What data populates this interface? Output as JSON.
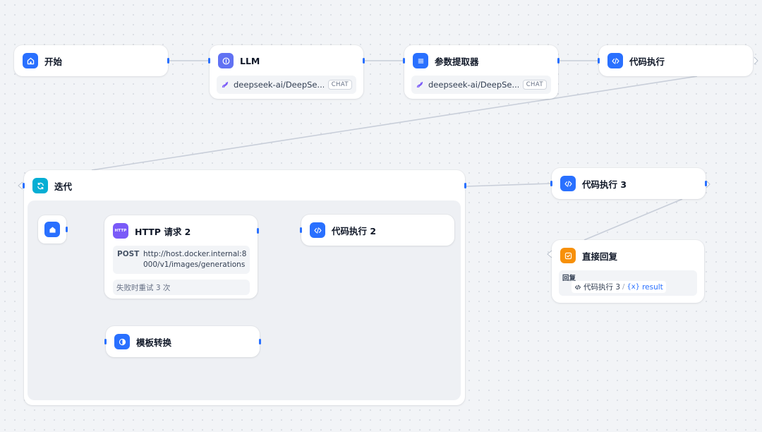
{
  "nodes": {
    "start": {
      "title": "开始"
    },
    "llm": {
      "title": "LLM",
      "model": "deepseek-ai/DeepSe...",
      "mode_badge": "CHAT"
    },
    "param": {
      "title": "参数提取器",
      "model": "deepseek-ai/DeepSe...",
      "mode_badge": "CHAT"
    },
    "code": {
      "title": "代码执行"
    },
    "iteration": {
      "title": "迭代"
    },
    "http": {
      "title": "HTTP 请求 2",
      "method": "POST",
      "url_line1": "http://host.docker.internal:8",
      "url_line2": "000/v1/images/generations",
      "retry": "失败时重试 3 次"
    },
    "code2": {
      "title": "代码执行 2"
    },
    "template": {
      "title": "模板转换"
    },
    "code3": {
      "title": "代码执行 3"
    },
    "answer": {
      "title": "直接回复",
      "field_label": "回复",
      "var_node": "代码执行 3",
      "var_sep": "/",
      "var_prefix": "{x}",
      "var_name": "result"
    }
  },
  "icons": {
    "start": "home-icon",
    "llm": "llm-icon",
    "param": "parameter-extractor-icon",
    "code": "code-icon",
    "iteration": "loop-icon",
    "http": "http-icon",
    "template": "template-icon",
    "answer": "answer-icon"
  },
  "colors": {
    "blue": "#2970ff",
    "indigo": "#6172f3",
    "violet": "#7a5af8",
    "cyan": "#06aed4",
    "orange": "#f79009"
  }
}
